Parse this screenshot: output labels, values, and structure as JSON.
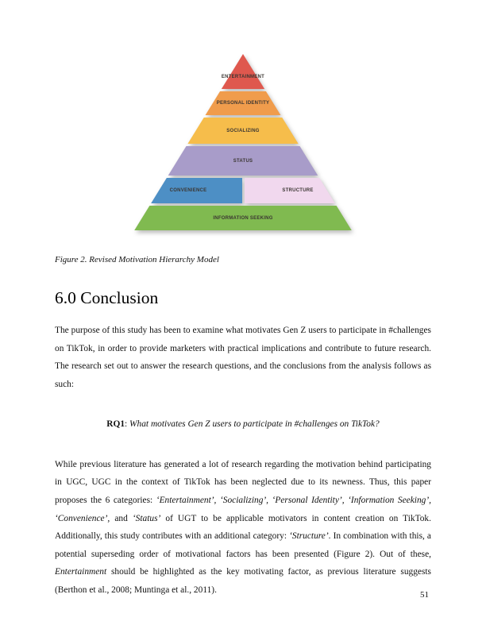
{
  "figure": {
    "caption": "Figure 2. Revised Motivation Hierarchy Model",
    "pyramid_layers": [
      {
        "label": "ENTERTAINMENT",
        "color": "#df584e"
      },
      {
        "label": "PERSONAL IDENTITY",
        "color": "#f09c4c"
      },
      {
        "label": "SOCIALIZING",
        "color": "#f6bd4b"
      },
      {
        "label": "STATUS",
        "color": "#a89cc9"
      },
      {
        "split": true,
        "left": {
          "label": "CONVENIENCE",
          "color": "#4d8fc5"
        },
        "right": {
          "label": "STRUCTURE",
          "color": "#f1d8ee"
        }
      },
      {
        "label": "INFORMATION SEEKING",
        "color": "#80ba50"
      }
    ]
  },
  "section": {
    "heading": "6.0 Conclusion",
    "paragraph1": "The purpose of this study has been to examine what motivates Gen Z users to participate in #challenges on TikTok, in order to provide marketers with practical implications and contribute to future research. The research set out to answer the research questions, and the conclusions from the analysis follows as such:",
    "rq_line": [
      {
        "text": "RQ1",
        "bold": true
      },
      {
        "text": ": "
      },
      {
        "text": "What motivates Gen Z users to participate in #challenges on TikTok?",
        "italic": true
      }
    ],
    "paragraph2": [
      {
        "text": "While previous literature has generated a lot of research regarding the motivation behind participating in UGC, UGC in the context of TikTok has been neglected due to its newness. Thus, this paper proposes the 6 categories: "
      },
      {
        "text": "‘Entertainment’, ‘Socializing’, ‘Personal Identity’, ‘Information Seeking’, ‘Convenience’,",
        "italic": true
      },
      {
        "text": " and "
      },
      {
        "text": "‘Status’",
        "italic": true
      },
      {
        "text": " of UGT to be applicable motivators in content creation on TikTok. Additionally, this study contributes with an additional category: "
      },
      {
        "text": "‘Structure’",
        "italic": true
      },
      {
        "text": ". In combination with this, a potential superseding order of motivational factors has been presented (Figure 2). Out of these, "
      },
      {
        "text": "Entertainment",
        "italic": true
      },
      {
        "text": " should be highlighted as the key motivating factor, as previous literature suggests (Berthon et al., 2008; Muntinga et al., 2011)."
      }
    ]
  },
  "page_number": "51"
}
